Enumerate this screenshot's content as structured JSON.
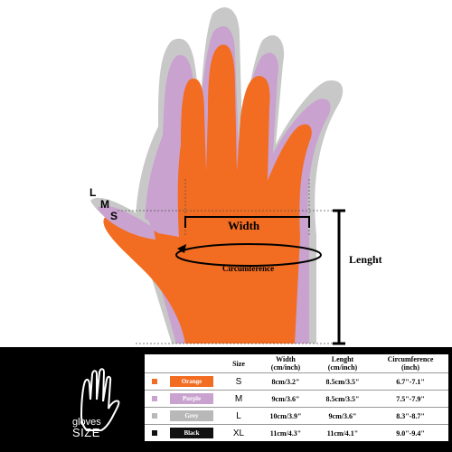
{
  "hand": {
    "size_letters": [
      "L",
      "M",
      "S"
    ],
    "width_label": "Width",
    "circumference_label": "Circumference",
    "length_label": "Lenght"
  },
  "logo": {
    "line1": "gloves",
    "line2": "SIZE"
  },
  "table": {
    "headers": [
      "Size",
      "Width\n(cm/inch)",
      "Lenght\n(cm/inch)",
      "Circumference\n(inch)"
    ],
    "rows": [
      {
        "color_name": "Orange",
        "color": "#f26c21",
        "size": "S",
        "width": "8cm/3.2\"",
        "length": "8.5cm/3.5\"",
        "circumference": "6.7\"-7.1\""
      },
      {
        "color_name": "Purple",
        "color": "#c9a2cf",
        "size": "M",
        "width": "9cm/3.6\"",
        "length": "8.5cm/3.5\"",
        "circumference": "7.5\"-7.9\""
      },
      {
        "color_name": "Grey",
        "color": "#b8b8b8",
        "size": "L",
        "width": "10cm/3.9\"",
        "length": "9cm/3.6\"",
        "circumference": "8.3\"-8.7\""
      },
      {
        "color_name": "Black",
        "color": "#111111",
        "size": "XL",
        "width": "11cm/4.3\"",
        "length": "11cm/4.1\"",
        "circumference": "9.0\"-9.4\""
      }
    ]
  }
}
